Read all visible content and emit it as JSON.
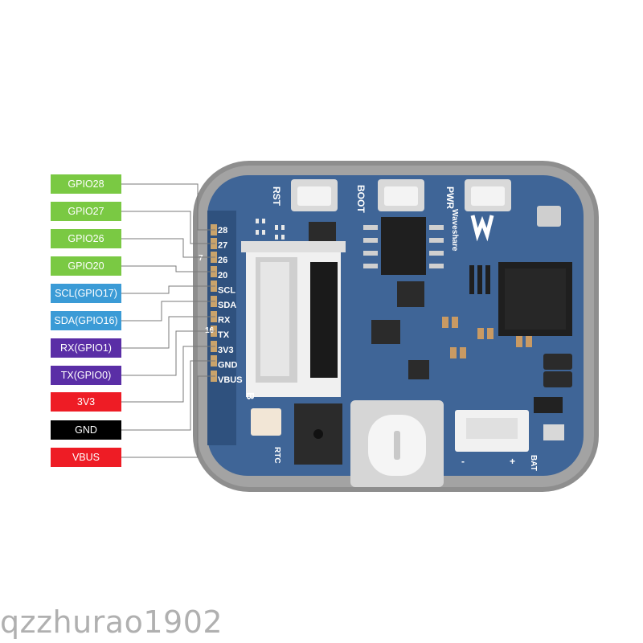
{
  "pin_labels": [
    {
      "text": "GPIO28",
      "bg": "#7ac943",
      "fg": "#ffffff"
    },
    {
      "text": "GPIO27",
      "bg": "#7ac943",
      "fg": "#ffffff"
    },
    {
      "text": "GPIO26",
      "bg": "#7ac943",
      "fg": "#ffffff"
    },
    {
      "text": "GPIO20",
      "bg": "#7ac943",
      "fg": "#ffffff"
    },
    {
      "text": "SCL(GPIO17)",
      "bg": "#3b9bd6",
      "fg": "#ffffff"
    },
    {
      "text": "SDA(GPIO16)",
      "bg": "#3b9bd6",
      "fg": "#ffffff"
    },
    {
      "text": "RX(GPIO1)",
      "bg": "#5a2ea6",
      "fg": "#ffffff"
    },
    {
      "text": "TX(GPIO0)",
      "bg": "#5a2ea6",
      "fg": "#ffffff"
    },
    {
      "text": "3V3",
      "bg": "#ee1c25",
      "fg": "#ffffff"
    },
    {
      "text": "GND",
      "bg": "#000000",
      "fg": "#ffffff"
    },
    {
      "text": "VBUS",
      "bg": "#ee1c25",
      "fg": "#ffffff"
    }
  ],
  "board": {
    "header_pins": [
      "28",
      "27",
      "26",
      "20",
      "SCL",
      "SDA",
      "RX",
      "TX",
      "3V3",
      "GND",
      "VBUS"
    ],
    "buttons": [
      "RST",
      "BOOT",
      "PWR"
    ],
    "brand": "Waveshare",
    "connector_labels": {
      "rtc": "RTC",
      "bat": "BAT",
      "plus": "+",
      "minus": "-"
    },
    "fpc_marks": {
      "b": "B",
      "seven": "7",
      "sixteen": "16"
    },
    "colors": {
      "pcb": "#3f6597",
      "case": "#9a9a9a",
      "pad": "#c9a36b"
    }
  },
  "watermark": "qzzhurao1902"
}
